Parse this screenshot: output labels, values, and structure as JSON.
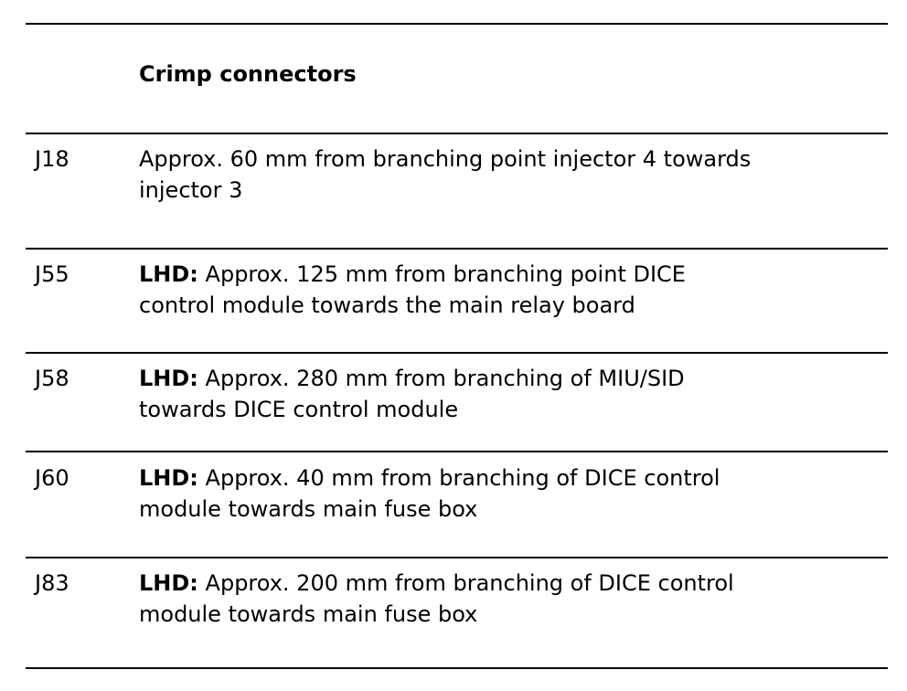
{
  "table": {
    "heading": "Crimp connectors",
    "rows": [
      {
        "code": "J18",
        "prefix": "",
        "line1": "Approx. 60 mm from branching point injector 4 towards",
        "line2": "injector 3"
      },
      {
        "code": "J55",
        "prefix": "LHD:",
        "line1": " Approx. 125 mm from branching point DICE",
        "line2": "control module towards the main relay board"
      },
      {
        "code": "J58",
        "prefix": "LHD:",
        "line1": " Approx. 280 mm from branching of MIU/SID",
        "line2": "towards DICE control module"
      },
      {
        "code": "J60",
        "prefix": "LHD:",
        "line1": " Approx. 40 mm from branching of DICE control",
        "line2": "module towards main fuse box"
      },
      {
        "code": "J83",
        "prefix": "LHD:",
        "line1": " Approx. 200 mm from branching of DICE control",
        "line2": "module towards main fuse box"
      }
    ]
  }
}
